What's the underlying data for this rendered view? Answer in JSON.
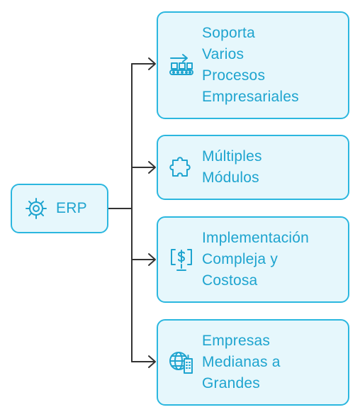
{
  "colors": {
    "box_fill": "#e6f7fc",
    "box_border": "#2bb7df",
    "text": "#1ea4cf",
    "connector": "#333333"
  },
  "root": {
    "label": "ERP",
    "icon": "gear-icon"
  },
  "children": [
    {
      "label": "Soporta\nVarios\nProcesos\nEmpresariales",
      "icon": "conveyor-belt-icon"
    },
    {
      "label": "Múltiples\nMódulos",
      "icon": "puzzle-piece-icon"
    },
    {
      "label": "Implementación\nCompleja y\nCostosa",
      "icon": "monitor-dollar-icon"
    },
    {
      "label": "Empresas\nMedianas a\nGrandes",
      "icon": "globe-building-icon"
    }
  ]
}
